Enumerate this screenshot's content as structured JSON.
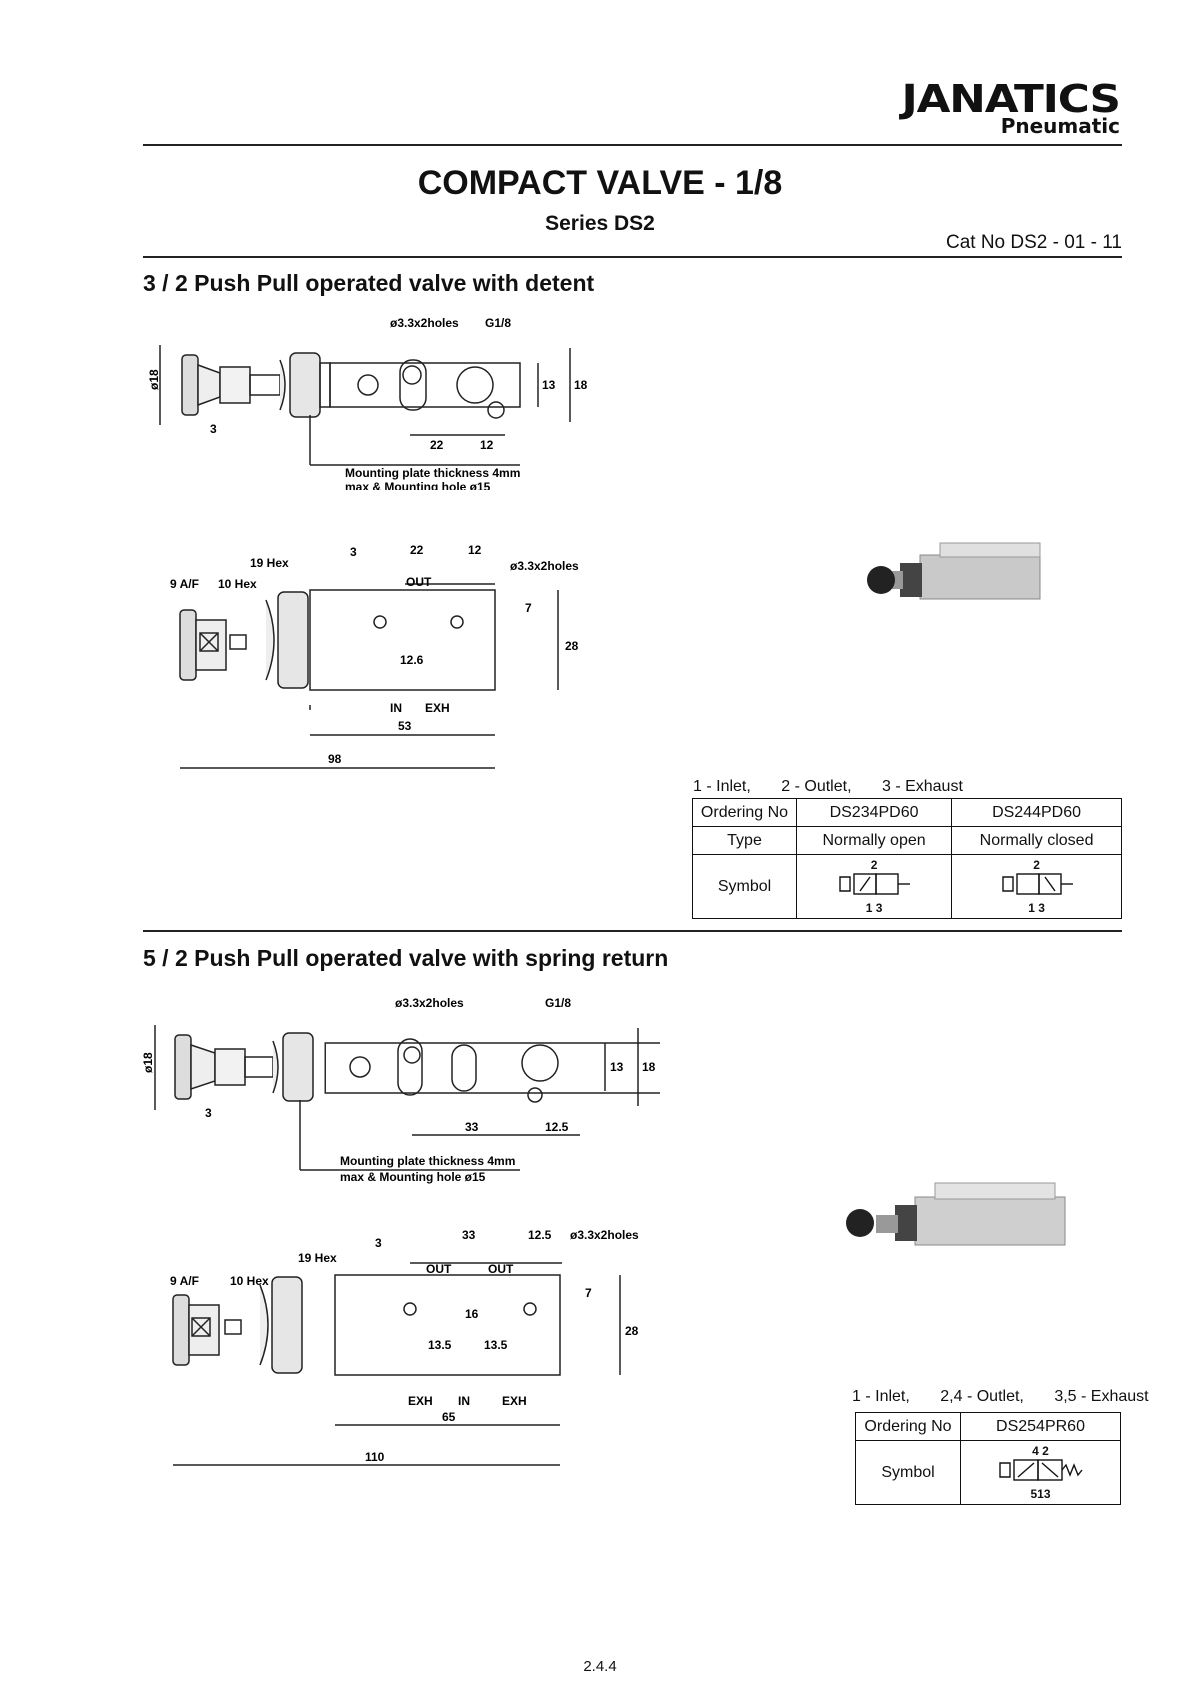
{
  "header": {
    "brand": "JANATICS",
    "brand_sub": "Pneumatic",
    "title": "COMPACT VALVE - 1/8",
    "series": "Series DS2",
    "cat_no": "Cat No DS2 - 01 - 11"
  },
  "section1": {
    "heading": "3 / 2 Push Pull operated valve with detent",
    "drawing_labels": {
      "holes": "ø3.3x2holes",
      "thread": "G1/8",
      "dia18": "ø18",
      "dim3": "3",
      "dim22": "22",
      "dim12": "12",
      "dim13": "13",
      "dim18": "18",
      "mount_line1": "Mounting plate thickness 4mm",
      "mount_line2": "max & Mounting hole ø15",
      "af": "9 A/F",
      "hex10": "10 Hex",
      "hex19": "19 Hex",
      "out": "OUT",
      "in": "IN",
      "exh": "EXH",
      "dim7": "7",
      "dim28": "28",
      "dim12_6": "12.6",
      "dim53": "53",
      "dim98": "98"
    },
    "legend": [
      "1 - Inlet,",
      "2 - Outlet,",
      "3 - Exhaust"
    ],
    "table": {
      "ordering_label": "Ordering No",
      "type_label": "Type",
      "symbol_label": "Symbol",
      "models": [
        "DS234PD60",
        "DS244PD60"
      ],
      "types": [
        "Normally open",
        "Normally closed"
      ],
      "symbol_top": "2",
      "symbol_bottom": "1 3"
    }
  },
  "section2": {
    "heading": "5 / 2 Push Pull operated valve with spring return",
    "drawing_labels": {
      "holes": "ø3.3x2holes",
      "thread": "G1/8",
      "dia18": "ø18",
      "dim3": "3",
      "dim33": "33",
      "dim12_5": "12.5",
      "dim13": "13",
      "dim18": "18",
      "mount_line1": "Mounting plate thickness 4mm",
      "mount_line2": "max & Mounting hole ø15",
      "af": "9 A/F",
      "hex10": "10 Hex",
      "hex19": "19 Hex",
      "out": "OUT",
      "in": "IN",
      "exh": "EXH",
      "dim7": "7",
      "dim16": "16",
      "dim28": "28",
      "dim13_5": "13.5",
      "dim65": "65",
      "dim110": "110"
    },
    "legend": [
      "1 - Inlet,",
      "2,4 - Outlet,",
      "3,5 - Exhaust"
    ],
    "table": {
      "ordering_label": "Ordering No",
      "symbol_label": "Symbol",
      "model": "DS254PR60",
      "symbol_top": "4 2",
      "symbol_bottom": "513"
    }
  },
  "footer": {
    "page": "2.4.4"
  }
}
